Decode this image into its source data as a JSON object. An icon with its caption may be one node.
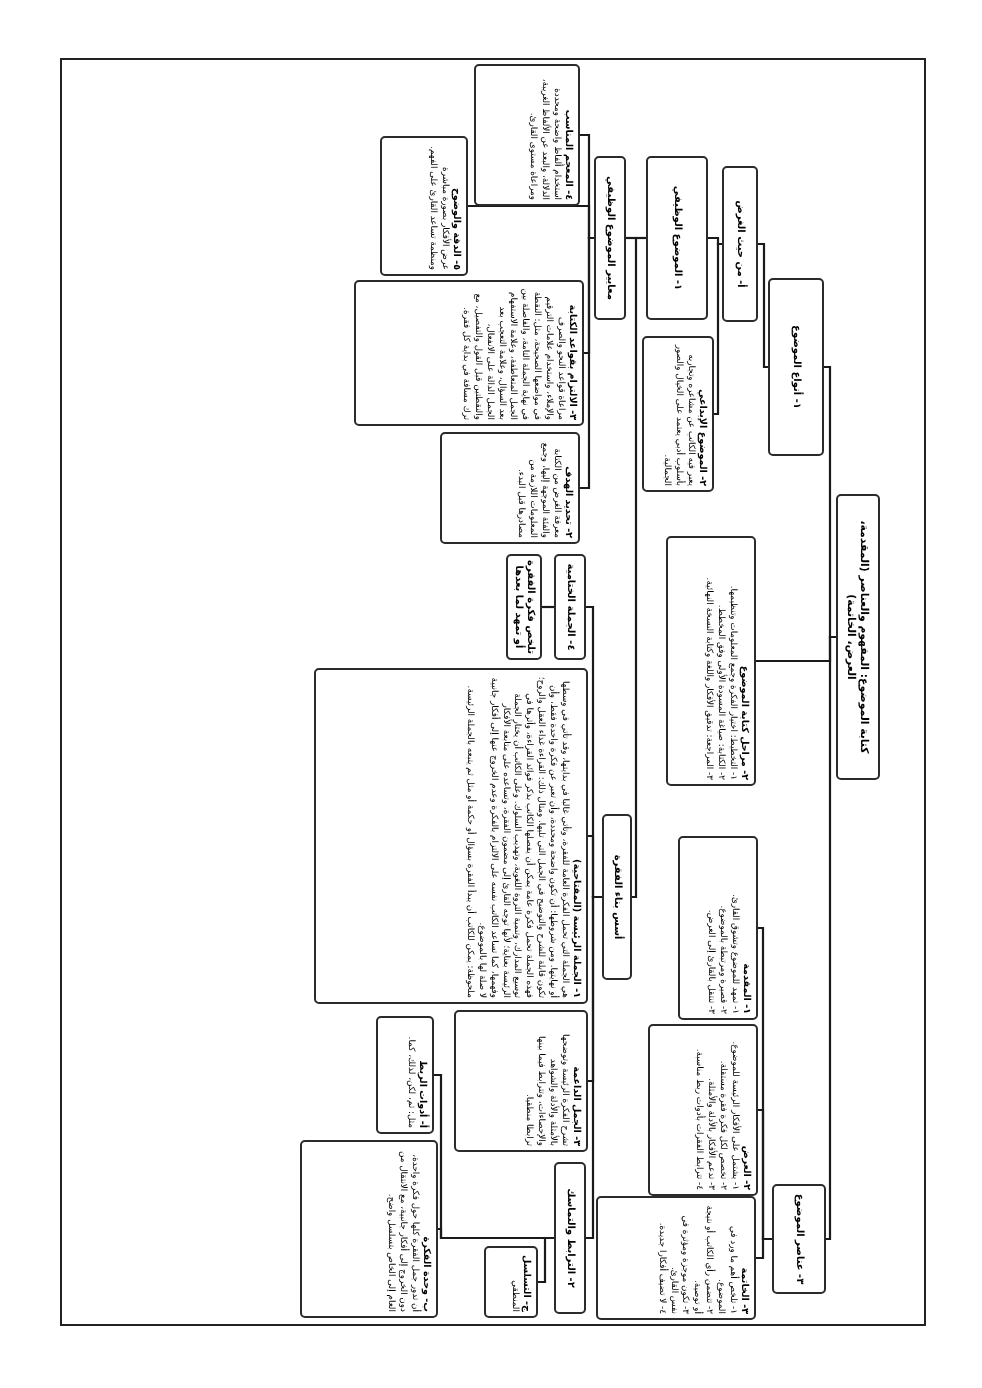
{
  "diagram": {
    "nodes": [
      {
        "text": [
          "كتابة الموضوع: المفهوم والعناصر (المقدمة، العرض، الخاتمة)"
        ]
      },
      {
        "text": [
          "١- أنواع الموضوع"
        ]
      },
      {
        "text": [
          "أ- من حيث الغرض"
        ]
      },
      {
        "text": [
          "١- الموضوع الوظيفي"
        ]
      },
      {
        "text": [
          "معايير الموضوع الوظيفي"
        ]
      },
      {
        "text": [
          "٤- المعجم المناسب",
          "استخدام ألفاظ واضحة ومحددة الدلالة، والبعد عن الألفاظ الغريبة، ومراعاة مستوى القارئ."
        ]
      },
      {
        "text": [
          "٥- الدقة والوضوح",
          "عرض الأفكار بصورة مباشرة ومنظمة تساعد القارئ على الفهم."
        ]
      },
      {
        "text": [
          "٣- الالتزام بقواعد الكتابة",
          "مراعاة قواعد النحو والصرف والإملاء، واستخدام علامات الترقيم في مواضعها الصحيحة، مثل: النقطة في نهاية الجملة التامة، والفاصلة بين الجمل المتعاطفة، وعلامة الاستفهام بعد السؤال، وعلامة التعجب بعد الجمل الدالة على الانفعال، والنقطتين قبل القول والتفصيل، مع ترك مسافة في بداية كل فقرة."
        ]
      },
      {
        "text": [
          "٢- تحديد الهدف",
          "معرفة الغرض من الكتابة والفئة الموجهة إليها، وجمع المعلومات اللازمة من مصادرها قبل البدء."
        ]
      },
      {
        "text": [
          "أسس بناء الفقرة"
        ]
      },
      {
        "text": [
          "٤- الجملة الختامية"
        ]
      },
      {
        "text": [
          "تلخص فكرة الفقرة أو تمهد لما بعدها"
        ]
      },
      {
        "text": [
          "١- الجملة الرئيسة (المفتاحية)",
          "هي الجملة التي تحمل الفكرة العامة للفقرة، وتأتي غالبا في بدايتها، وقد تأتي في وسطها أو نهايتها. ومن شروطها: أن تكون واضحة ومحددة، وأن تعبر عن فكرة واحدة فقط، وأن تكون قابلة للشرح والتوضيح في الجمل التي تليها. ومثال ذلك: القراءة غذاء العقل والروح؛ فهذه الجملة تحمل فكرة عامة يمكن أن يفصلها الكاتب بذكر فوائد القراءة، وأثرها في توسيع المدارك، وتنمية الثروة اللغوية، وتهذيب السلوك. وعلى الكاتب أن يختار الجملة الرئيسة بعناية؛ لأنها توجه القارئ إلى مضمون الفقرة، وتساعده على متابعة الأفكار وفهمها، كما تساعد الكاتب نفسه على الالتزام بالفكرة وعدم الخروج عنها إلى أفكار جانبية لا صلة لها بالموضوع.",
          "ملحوظة: يمكن للكاتب أن يبدأ الفقرة بسؤال أو حكمة أو مثل ثم يتبعه بالجملة الرئيسة."
        ]
      },
      {
        "text": [
          "٣- الجمل الداعمة",
          "تشرح الفكرة الرئيسة وتوضحها بالأمثلة والأدلة والشواهد والإحصاءات، وتترابط فيما بينها ترابطا منطقيا."
        ]
      },
      {
        "text": [
          "٢- الترابط والتماسك"
        ]
      },
      {
        "text": [
          "أ- أدوات الربط",
          "مثل: ثم، لكن، لذلك، كما."
        ]
      },
      {
        "text": [
          "ب- وحدة الفكرة",
          "أن تدور جمل الفقرة كلها حول فكرة واحدة، دون الخروج إلى أفكار جانبية، مع الانتقال من العام إلى الخاص بتسلسل واضح."
        ]
      },
      {
        "text": [
          "ج- التسلسل",
          "المنطقي"
        ]
      },
      {
        "text": [
          "٢- الموضوع الإبداعي",
          "يعبر فيه الكاتب عن مشاعره وتجاربه بأسلوب أدبي يعتمد على الخيال والصور الجمالية."
        ]
      },
      {
        "text": [
          "٢- مراحل كتابة الموضوع",
          "١- التخطيط: اختيار الفكرة وجمع المعلومات وتنظيمها.",
          "٢- الكتابة: صياغة المسودة الأولى وفق المخطط.",
          "٣- المراجعة: تدقيق الأفكار واللغة وكتابة النسخة النهائية."
        ]
      },
      {
        "text": [
          "٣- عناصر الموضوع"
        ]
      },
      {
        "text": [
          "١- المقدمة",
          "١- تمهد للموضوع وتشوق القارئ.",
          "٢- قصيرة ومرتبطة بالموضوع.",
          "٣- تنتقل بالقارئ إلى العرض."
        ]
      },
      {
        "text": [
          "٢- العرض",
          "١- يشتمل على الأفكار الرئيسة للموضوع.",
          "٢- تخصص لكل فكرة فقرة مستقلة.",
          "٣- تدعم الأفكار بالأدلة والأمثلة.",
          "٤- تترابط الفقرات بأدوات ربط مناسبة."
        ]
      },
      {
        "text": [
          "٣- الخاتمة",
          "١- تلخص أهم ما ورد في الموضوع.",
          "٢- تتضمن رأي الكاتب أو نتيجة أو توصية.",
          "٣- تكون موجزة ومؤثرة في نفس القارئ.",
          "٤- لا تضيف أفكارا جديدة."
        ]
      }
    ],
    "edges": [
      {
        "from": 0,
        "to": 1,
        "arrow": "none"
      },
      {
        "from": 0,
        "to": 19,
        "arrow": "none"
      },
      {
        "from": 0,
        "to": 20,
        "arrow": "none"
      },
      {
        "from": 1,
        "to": 2,
        "arrow": "none"
      },
      {
        "from": 2,
        "to": 3,
        "arrow": "none"
      },
      {
        "from": 2,
        "to": 18,
        "arrow": "none"
      },
      {
        "from": 3,
        "to": 4,
        "arrow": "none"
      },
      {
        "from": 3,
        "to": 9,
        "arrow": "none"
      },
      {
        "from": 4,
        "to": 5,
        "arrow": "none"
      },
      {
        "from": 4,
        "to": 6,
        "arrow": "none"
      },
      {
        "from": 4,
        "to": 7,
        "arrow": "none"
      },
      {
        "from": 4,
        "to": 8,
        "arrow": "none"
      },
      {
        "from": 9,
        "to": 10,
        "arrow": "none"
      },
      {
        "from": 9,
        "to": 12,
        "arrow": "none"
      },
      {
        "from": 9,
        "to": 13,
        "arrow": "none"
      },
      {
        "from": 9,
        "to": 14,
        "arrow": "none"
      },
      {
        "from": 10,
        "to": 11,
        "arrow": "none"
      },
      {
        "from": 14,
        "to": 15,
        "arrow": "none"
      },
      {
        "from": 14,
        "to": 16,
        "arrow": "none"
      },
      {
        "from": 14,
        "to": 17,
        "arrow": "none"
      },
      {
        "from": 20,
        "to": 21,
        "arrow": "none"
      },
      {
        "from": 20,
        "to": 22,
        "arrow": "none"
      },
      {
        "from": 20,
        "to": 23,
        "arrow": "none"
      }
    ]
  }
}
